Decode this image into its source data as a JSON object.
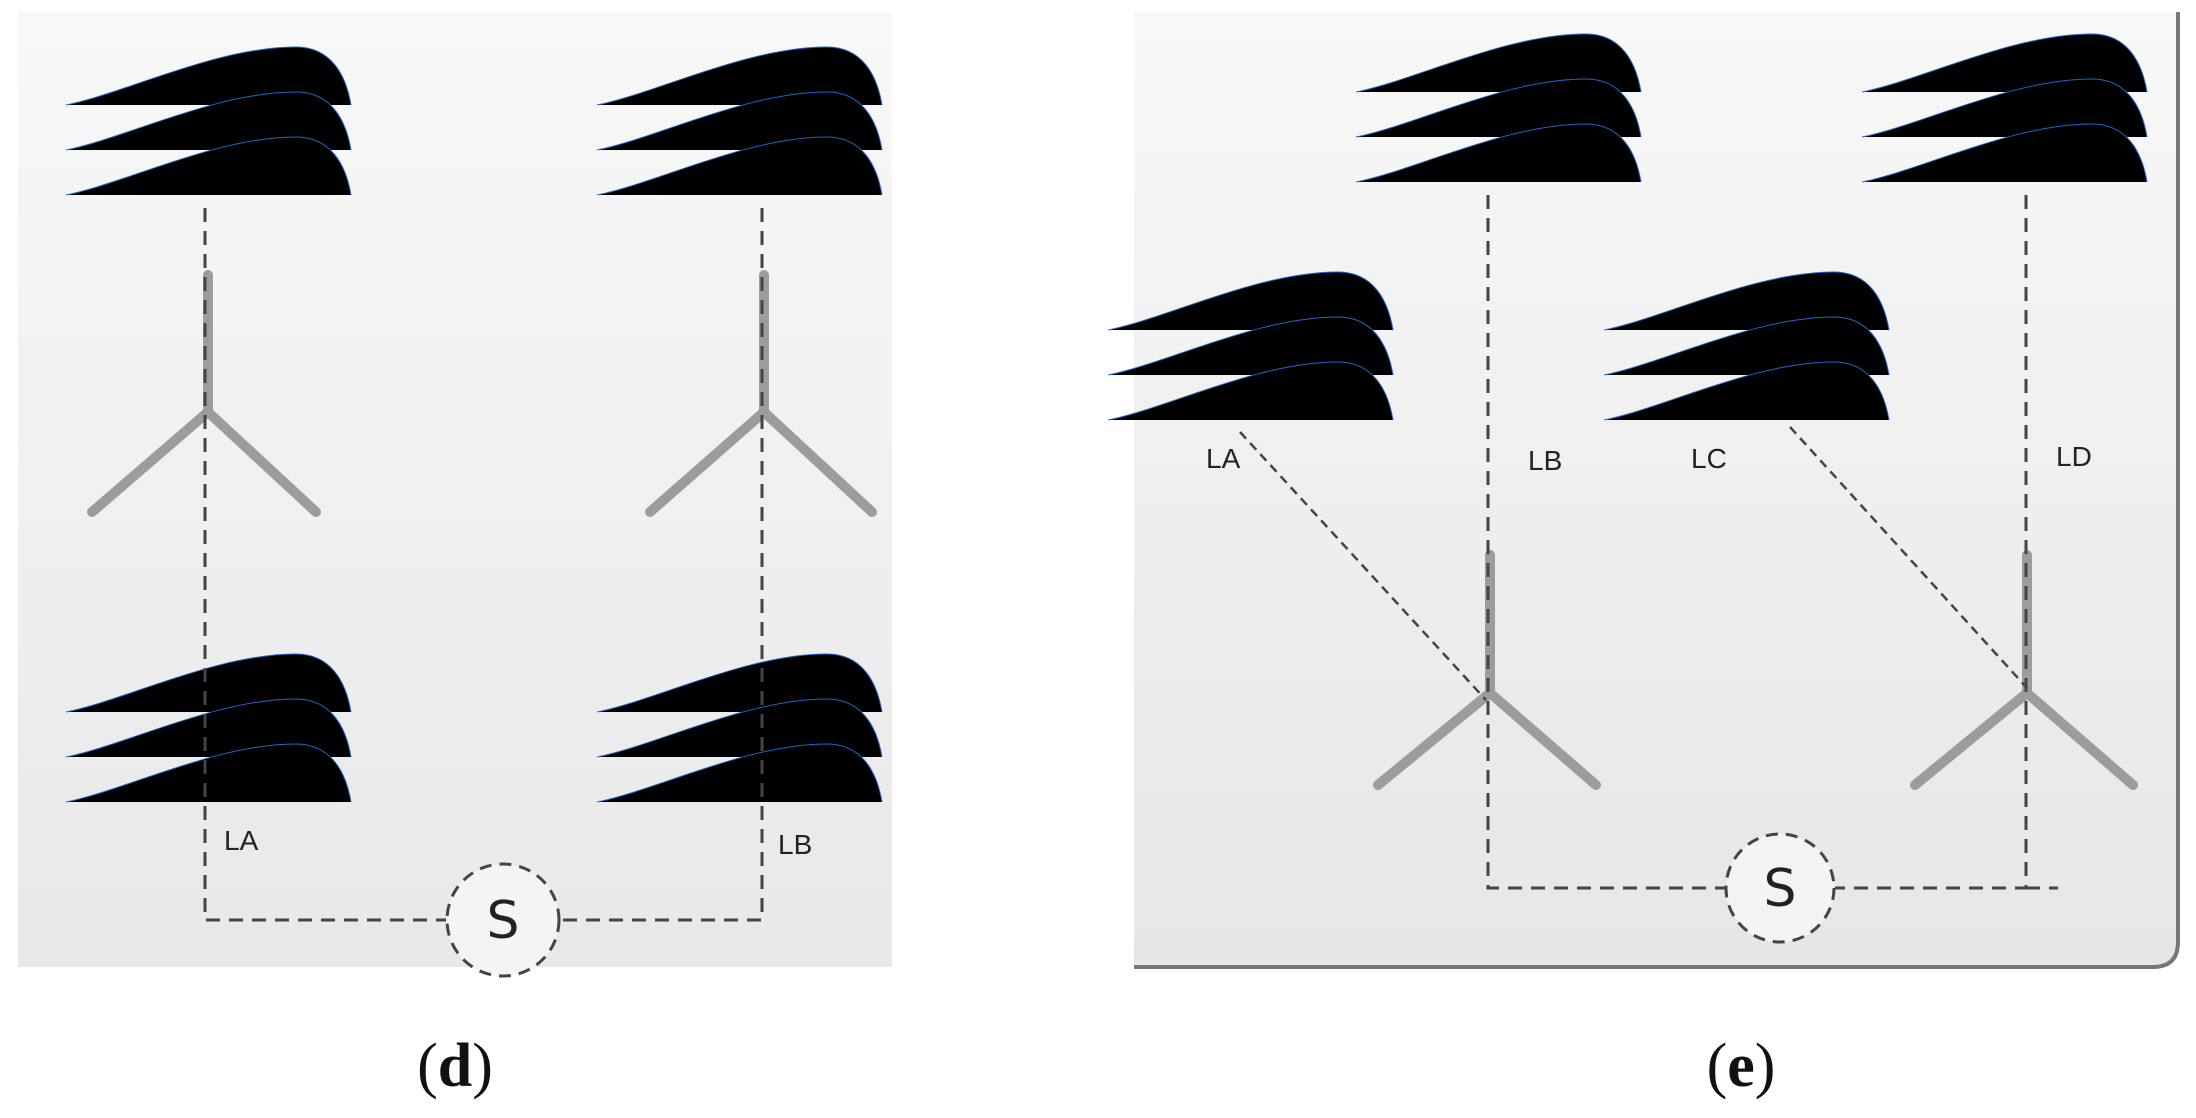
{
  "colors": {
    "wave": "#2166c4",
    "panel_bg": "#f0f0f0",
    "tower": "#9c9c9c",
    "dashed_line": "#444444"
  },
  "panel_d": {
    "caption_open": "(",
    "caption_letter": "d",
    "caption_close": ")",
    "labels": {
      "la": "LA",
      "lb": "LB",
      "switch": "S"
    }
  },
  "panel_e": {
    "caption_open": "(",
    "caption_letter": "e",
    "caption_close": ")",
    "labels": {
      "la": "LA",
      "lb": "LB",
      "lc": "LC",
      "ld": "LD",
      "switch": "S"
    }
  }
}
